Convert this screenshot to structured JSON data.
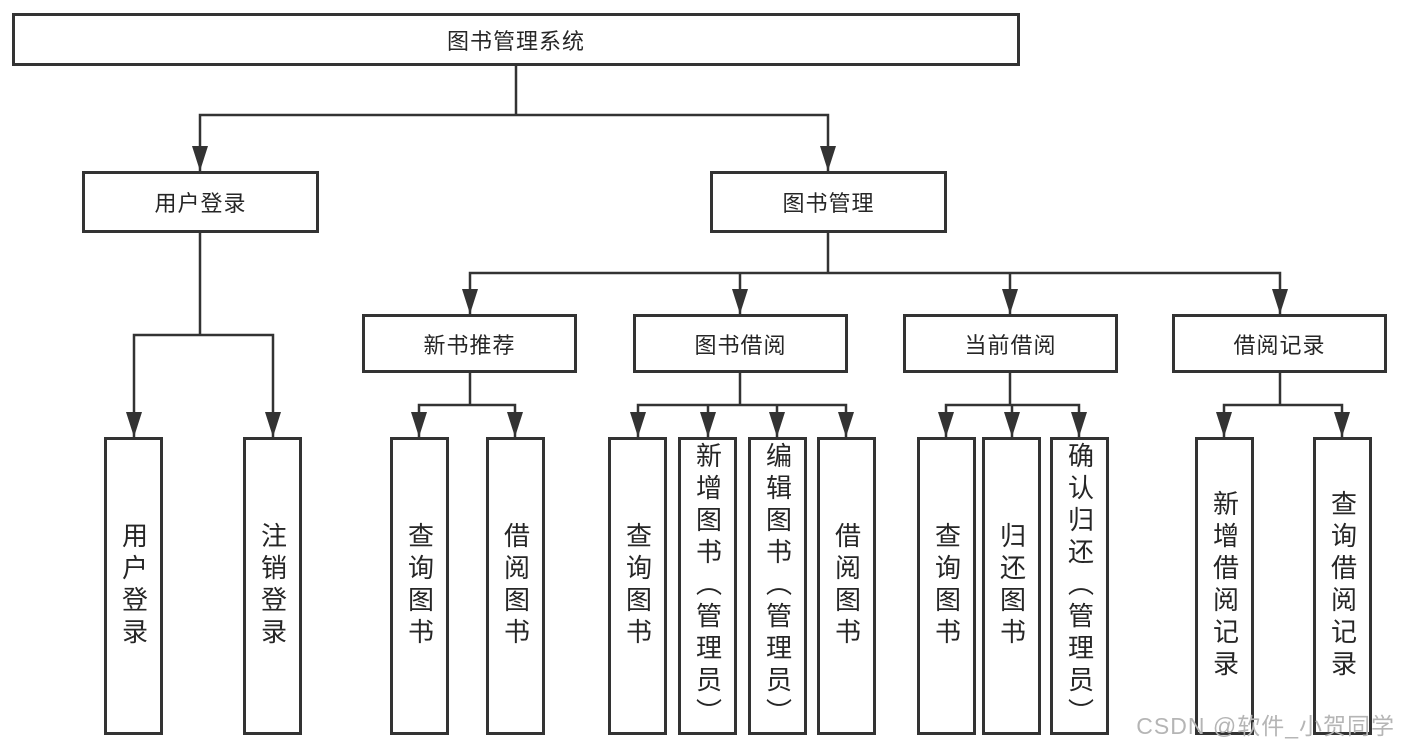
{
  "diagram": {
    "root": {
      "label": "图书管理系统"
    },
    "level2": [
      {
        "label": "用户登录"
      },
      {
        "label": "图书管理"
      }
    ],
    "level3": [
      {
        "label": "新书推荐"
      },
      {
        "label": "图书借阅"
      },
      {
        "label": "当前借阅"
      },
      {
        "label": "借阅记录"
      }
    ],
    "leaves": [
      {
        "label": "用户登录"
      },
      {
        "label": "注销登录"
      },
      {
        "label": "查询图书"
      },
      {
        "label": "借阅图书"
      },
      {
        "label": "查询图书"
      },
      {
        "label": "新增图书（管理员）"
      },
      {
        "label": "编辑图书（管理员）"
      },
      {
        "label": "借阅图书"
      },
      {
        "label": "查询图书"
      },
      {
        "label": "归还图书"
      },
      {
        "label": "确认归还（管理员）"
      },
      {
        "label": "新增借阅记录"
      },
      {
        "label": "查询借阅记录"
      }
    ]
  },
  "watermark": {
    "text": "CSDN @软件_小贺同学"
  },
  "colors": {
    "line": "#333333",
    "border": "#333333",
    "text": "#262626",
    "watermark": "#b5b5b5",
    "background": "#ffffff"
  }
}
